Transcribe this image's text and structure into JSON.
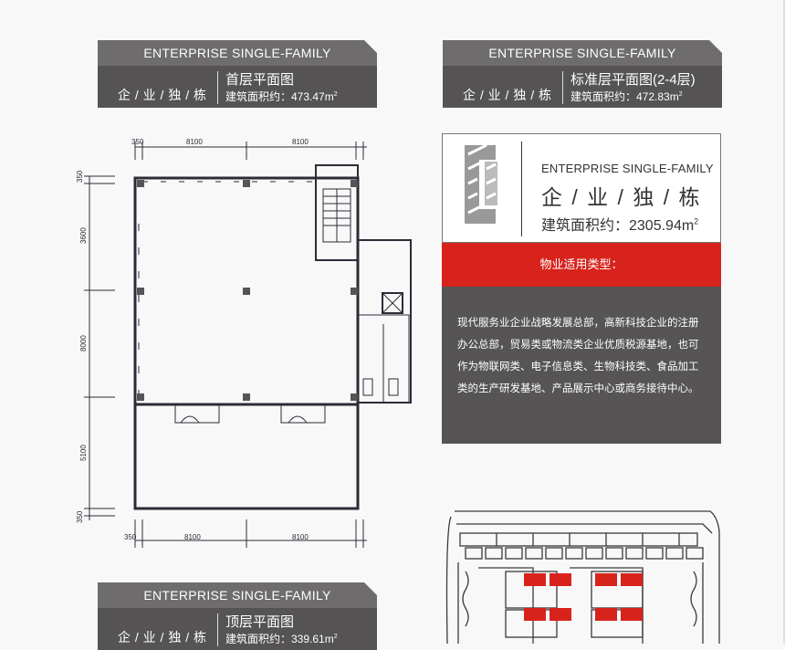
{
  "boxes": [
    {
      "en": "ENTERPRISE SINGLE-FAMILY",
      "cn": "企 / 业 / 独 / 栋",
      "title": "首层平面图",
      "area_label": "建筑面积约：473.47m",
      "sup": "2"
    },
    {
      "en": "ENTERPRISE SINGLE-FAMILY",
      "cn": "企 / 业 / 独 / 栋",
      "title": "标准层平面图(2-4层)",
      "area_label": "建筑面积约：472.83m",
      "sup": "2"
    },
    {
      "en": "ENTERPRISE SINGLE-FAMILY",
      "cn": "企 / 业 / 独 / 栋",
      "title": "顶层平面图",
      "area_label": "建筑面积约：339.61m",
      "sup": "2"
    }
  ],
  "card": {
    "en": "ENTERPRISE SINGLE-FAMILY",
    "cn": "企 / 业 / 独 / 栋",
    "area": "建筑面积约：2305.94m",
    "sup": "2",
    "red_title": "物业适用类型：",
    "description": "现代服务业企业战略发展总部，高新科技企业的注册办公总部，贸易类或物流类企业优质税源基地，也可作为物联网类、电子信息类、生物科技类、食品加工类的生产研发基地、产品展示中心或商务接待中心。"
  },
  "plan": {
    "dims_top": [
      "350",
      "8100",
      "8100"
    ],
    "dims_bottom": [
      "350",
      "8100",
      "8100"
    ],
    "dims_left": [
      "350",
      "3600",
      "8000",
      "5100",
      "350"
    ]
  },
  "colors": {
    "accent": "#d8231d",
    "header": "#6e6c6c",
    "dark": "#555353"
  }
}
